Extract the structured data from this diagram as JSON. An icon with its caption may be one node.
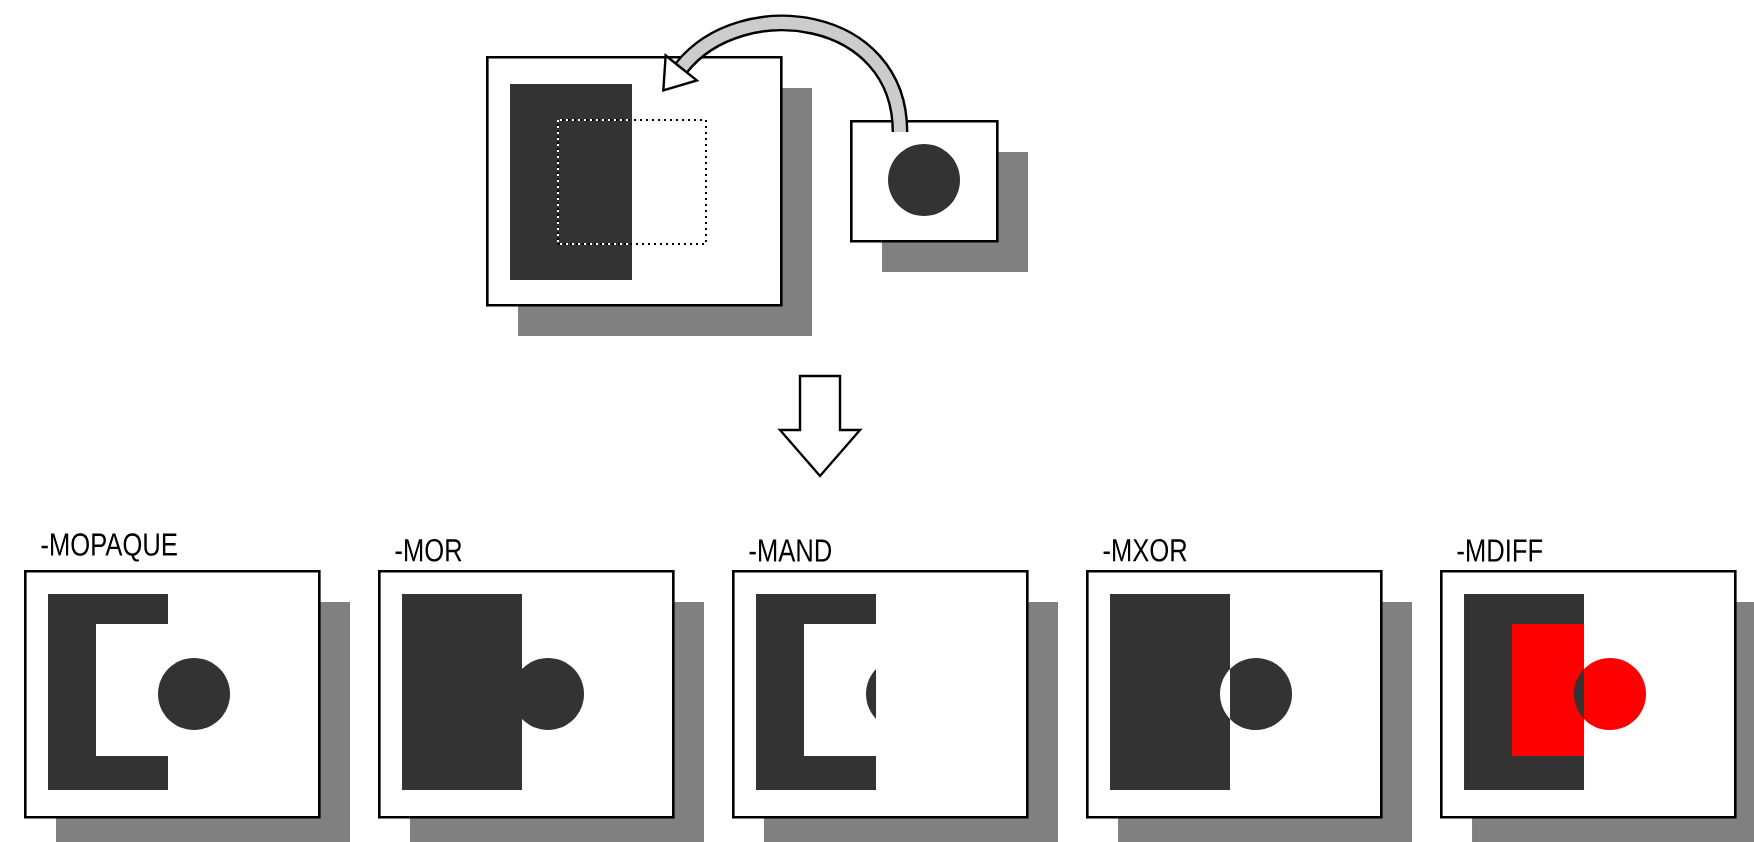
{
  "diagram": {
    "nodes": [
      {
        "text": [],
        "shape": "box"
      },
      {
        "text": [],
        "shape": "box"
      },
      {
        "text": [
          "-MOPAQUE"
        ]
      },
      {
        "text": [
          "-MOR"
        ]
      },
      {
        "text": [
          "-MAND"
        ]
      },
      {
        "text": [
          "-MXOR"
        ]
      },
      {
        "text": [
          "-MDIFF"
        ]
      }
    ],
    "edges": [
      {
        "from": 1,
        "to": 0,
        "arrow": "to"
      }
    ]
  }
}
